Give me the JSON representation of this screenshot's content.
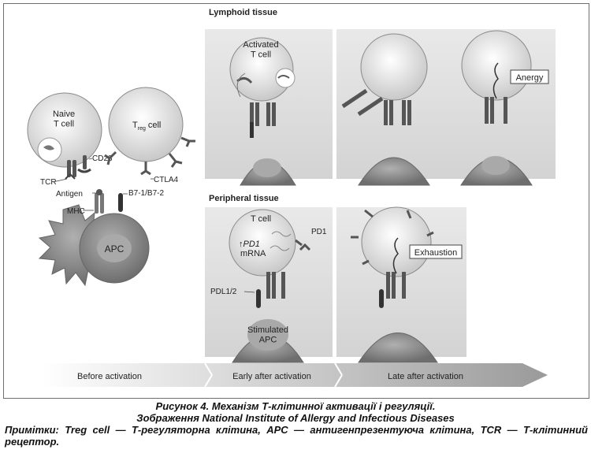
{
  "figure": {
    "panels": {
      "lymphoid_title": "Lymphoid tissue",
      "peripheral_title": "Peripheral tissue"
    },
    "cells": {
      "naive_t_cell": "Naive\nT cell",
      "treg_cell_main": "T",
      "treg_cell_sub": "reg",
      "treg_cell_tail": "cell",
      "apc": "APC",
      "activated_t_cell": "Activated\nT cell",
      "peripheral_t_cell": "T cell",
      "pd1_mrna_prefix": "↑",
      "pd1_mrna_gene": "PD1",
      "pd1_mrna_suffix": "mRNA",
      "stimulated_apc": "Stimulated\nAPC"
    },
    "labels": {
      "cd28": "CD28",
      "tcr": "TCR",
      "ctla4": "CTLA4",
      "antigen": "Antigen",
      "b7": "B7-1/B7-2",
      "mhc": "MHC",
      "pd1": "PD1",
      "pdl": "PDL1/2"
    },
    "states": {
      "anergy": "Anergy",
      "exhaustion": "Exhaustion"
    },
    "timeline": {
      "stage1": "Before activation",
      "stage2": "Early after activation",
      "stage3": "Late after activation"
    }
  },
  "caption": {
    "title": "Рисунок 4. Механізм Т-клітинної активації і регуляції.",
    "credit": "Зображення National Institute of Allergy and Infectious Diseases",
    "notes": "Примітки: Treg cell — Т-регуляторна клітина, APC — антигенпрезентуюча клітина, TCR — Т-клітинний рецептор."
  }
}
